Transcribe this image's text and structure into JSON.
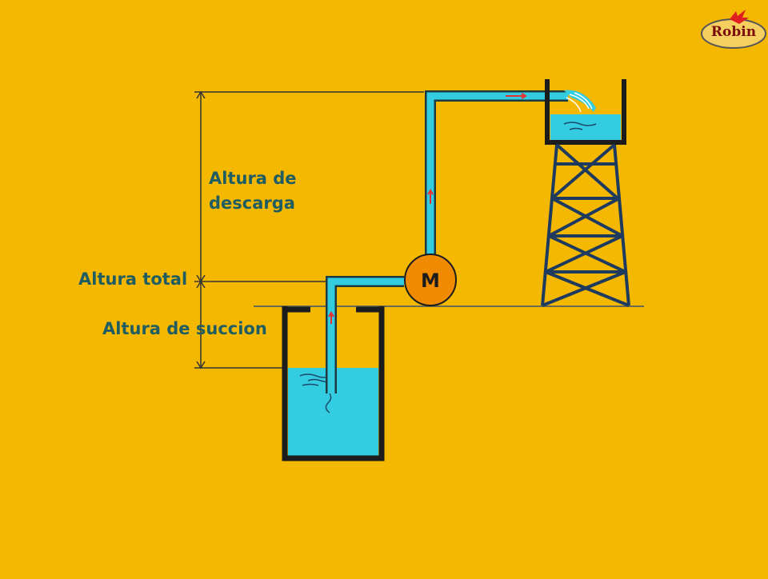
{
  "labels": {
    "descarga_line1": "Altura de",
    "descarga_line2": "descarga",
    "total": "Altura total",
    "succion": "Altura de succion"
  },
  "motor": {
    "letter": "M"
  },
  "logo": {
    "text": "Robin"
  },
  "colors": {
    "background": "#F5B800",
    "water": "#33CCE0",
    "pipe_outline": "#1C3A42",
    "motor": "#F08A00",
    "text": "#1F5D63",
    "flow_arrow": "#E83030",
    "logo_text": "#7A0C0C",
    "logo_bird": "#E02020"
  }
}
